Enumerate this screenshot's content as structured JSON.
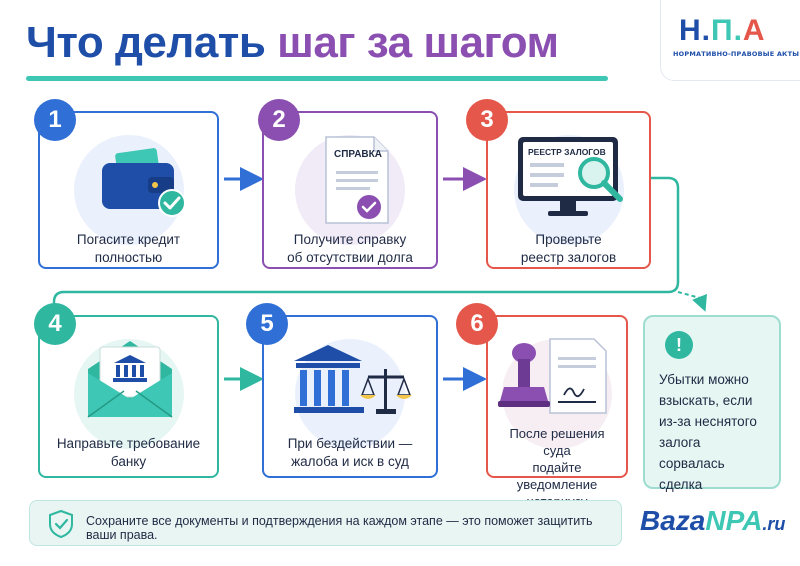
{
  "header": {
    "title_part1": "Что делать",
    "title_part2": "шаг за шагом",
    "logo_mark": "Н.П.А",
    "logo_subtitle": "НОРМАТИВНО-ПРАВОВЫЕ АКТЫ"
  },
  "steps": [
    {
      "number": "1",
      "caption_line1": "Погасите кредит",
      "caption_line2": "полностью",
      "icon": "wallet-check-icon"
    },
    {
      "number": "2",
      "caption_line1": "Получите справку",
      "caption_line2": "об отсутствии долга",
      "icon": "certificate-icon",
      "doc_label": "СПРАВКА"
    },
    {
      "number": "3",
      "caption_line1": "Проверьте",
      "caption_line2": "реестр залогов",
      "icon": "registry-monitor-icon",
      "screen_label": "РЕЕСТР ЗАЛОГОВ"
    },
    {
      "number": "4",
      "caption_line1": "Направьте требование",
      "caption_line2": "банку",
      "icon": "bank-envelope-icon"
    },
    {
      "number": "5",
      "caption_line1": "При бездействии —",
      "caption_line2": "жалоба и иск в суд",
      "icon": "court-scales-icon"
    },
    {
      "number": "6",
      "caption_line1": "После решения суда",
      "caption_line2": "подайте уведомление",
      "caption_line3": "нотариусу",
      "icon": "stamp-document-icon"
    }
  ],
  "note": {
    "icon": "exclamation-icon",
    "text": "Убытки можно взыскать, если из-за неснятого залога сорвалась сделка"
  },
  "footer": {
    "icon": "shield-check-icon",
    "text": "Сохраните все документы и подтверждения на каждом этапе — это поможет защитить ваши права."
  },
  "brand": {
    "part1": "Baza",
    "part2": "NPA",
    "part3": ".ru"
  },
  "colors": {
    "blue": "#2f6fd6",
    "purple": "#8a4fb0",
    "red": "#e4574a",
    "teal": "#2fb7a0",
    "title_blue": "#1e4ea8"
  }
}
